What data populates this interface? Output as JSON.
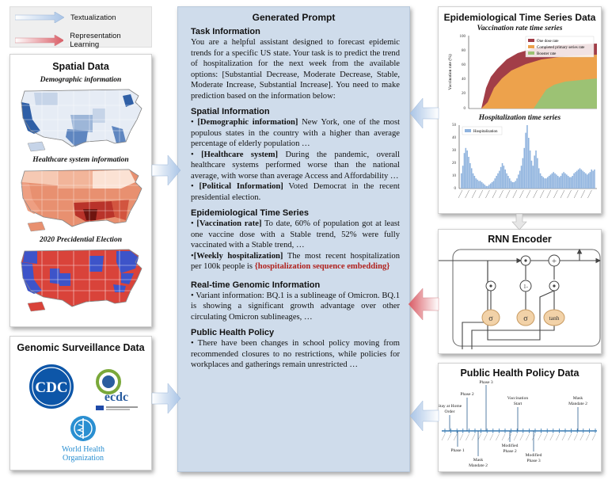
{
  "legend": {
    "textualization": "Textualization",
    "representation_learning": "Representation Learning"
  },
  "spatial": {
    "title": "Spatial Data",
    "maps": [
      "Demographic information",
      "Healthcare system information",
      "2020 Precidential Election"
    ]
  },
  "genomic": {
    "title": "Genomic Surveillance Data",
    "logos": [
      "CDC",
      "ecdc",
      "World Health",
      "Organization"
    ]
  },
  "prompt": {
    "title": "Generated Prompt",
    "task": {
      "heading": "Task Information",
      "body": "You are a helpful assistant designed to forecast epidemic trends for a specific US state. Your task is to predict the trend of hospitalization for the next week from the available options: [Substantial Decrease, Moderate Decrease, Stable, Moderate Increase, Substantial Increase]. You need to make prediction based on the information below:"
    },
    "spatial": {
      "heading": "Spatial Information",
      "items": [
        {
          "label": "[Demographic information]",
          "text": " New York, one of the most populous states in the country with a higher than average percentage of elderly population …"
        },
        {
          "label": "[Healthcare system]",
          "text": " During the pandemic, overall healthcare systems performed worse than the national average, with worse than average Access and Affordability …"
        },
        {
          "label": "[Political Information]",
          "text": " Voted Democrat in the recent presidential election."
        }
      ]
    },
    "epi": {
      "heading": "Epidemiological Time Series",
      "items": [
        {
          "label": "[Vaccination rate]",
          "text": " To date, 60% of population got at least one vaccine dose with a Stable trend, 52% were fully vaccinated with a Stable trend, …"
        },
        {
          "label": "[Weekly hospitalization]",
          "text": " The most recent hospitalization per 100k people is "
        }
      ],
      "embedding": "{hospitalization sequence embedding}"
    },
    "genomic": {
      "heading": "Real-time Genomic Information",
      "body": "Variant information: BQ.1 is a sublineage of Omicron. BQ.1 is showing a significant growth advantage over other circulating Omicron sublineages, …"
    },
    "policy": {
      "heading": "Public Health Policy",
      "body": "There have been changes in school policy moving from recommended closures to no restrictions, while policies for workplaces and gatherings remain unrestricted …"
    }
  },
  "epi_panel": {
    "title": "Epidemiological Time Series Data",
    "vacc_caption": "Vaccination rate time series",
    "hosp_caption": "Hospitalization time series",
    "vacc_legend": [
      "One dose rate",
      "Completed primary series rate",
      "Booster rate"
    ],
    "vacc_ylabel": "Vaccination rate (%)",
    "hosp_legend": "Hospitalization",
    "colors": {
      "one_dose": "#a23e48",
      "primary": "#eda24c",
      "booster": "#9cc274",
      "hosp": "#8fb3de"
    }
  },
  "rnn": {
    "title": "RNN Encoder",
    "gates": [
      "σ",
      "σ",
      "tanh"
    ],
    "ops": [
      "1-"
    ]
  },
  "policy_panel": {
    "title": "Public Health Policy Data",
    "events_above": [
      "Stay at Home Order",
      "Phase 2",
      "Phase 3",
      "Vaccination Start",
      "Mask Mandate 2"
    ],
    "events_below": [
      "Phase 1",
      "Mask Mandate 2",
      "Modified Phase 2",
      "Modified Phase 3"
    ]
  }
}
